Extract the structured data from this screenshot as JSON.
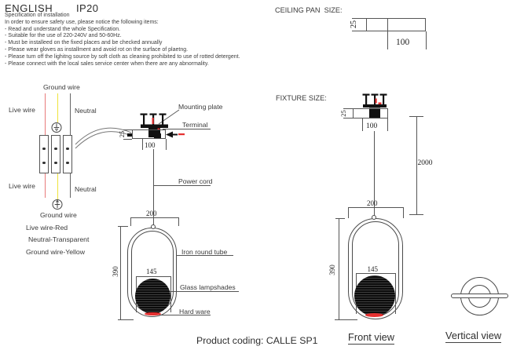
{
  "header": {
    "language": "ENGLISH",
    "rating": "IP20"
  },
  "spec": {
    "title": "Specification of installation",
    "intro": "In order to ensure safety use, please notice the following items:",
    "items": [
      "- Read and understand the whole Specification.",
      "- Suitable for the use of 220-240V and 50-60Hz.",
      "- Must be installeed on the fixed places and be checked annually",
      "- Please wear gloves as installment and avoid rot on the surface of plaetng.",
      "- Please turn off the lighitng source by soft cloth as cleaning prohibited to use of rotted detergent.",
      "- Please connect with the local sales service center when there are any abnormality."
    ]
  },
  "wiring": {
    "ground_top": "Ground wire",
    "live_top": "Live wire",
    "neutral_top": "Neutral",
    "live_bottom": "Live wire",
    "neutral_bottom": "Neutral",
    "ground_bottom": "Ground wire",
    "legend": [
      "Live wire-Red",
      "Neutral-Transparent",
      "Ground wire-Yellow"
    ]
  },
  "install": {
    "labels": {
      "mounting_plate": "Mounting plate",
      "terminal": "Terminal",
      "power_cord": "Power cord",
      "iron_round_tube": "Iron round tube",
      "glass_lampshades": "Glass lampshades",
      "hard_ware": "Hard ware"
    },
    "dims": {
      "pan_height": "25",
      "pan_width": "100",
      "ring_width": "200",
      "ring_height": "390",
      "shade_width": "145"
    }
  },
  "ceiling_pan": {
    "title": "CEILING PAN  SIZE:",
    "dims": {
      "height": "25",
      "width": "100"
    }
  },
  "fixture": {
    "title": "FIXTURE SIZE:",
    "dims": {
      "pan_height": "25",
      "pan_width": "100",
      "drop": "2000",
      "ring_width": "200",
      "ring_height": "390",
      "shade_width": "145"
    }
  },
  "footer": {
    "product_coding": "Product coding: CALLE SP1",
    "front_view_label": "Front view",
    "vertical_view_label": "Vertical view"
  },
  "colors": {
    "live_wire": "#e87b7b",
    "ground_wire": "#efe33c",
    "neutral_wire": "#666666",
    "accent_red": "#e53030",
    "line": "#555555"
  }
}
